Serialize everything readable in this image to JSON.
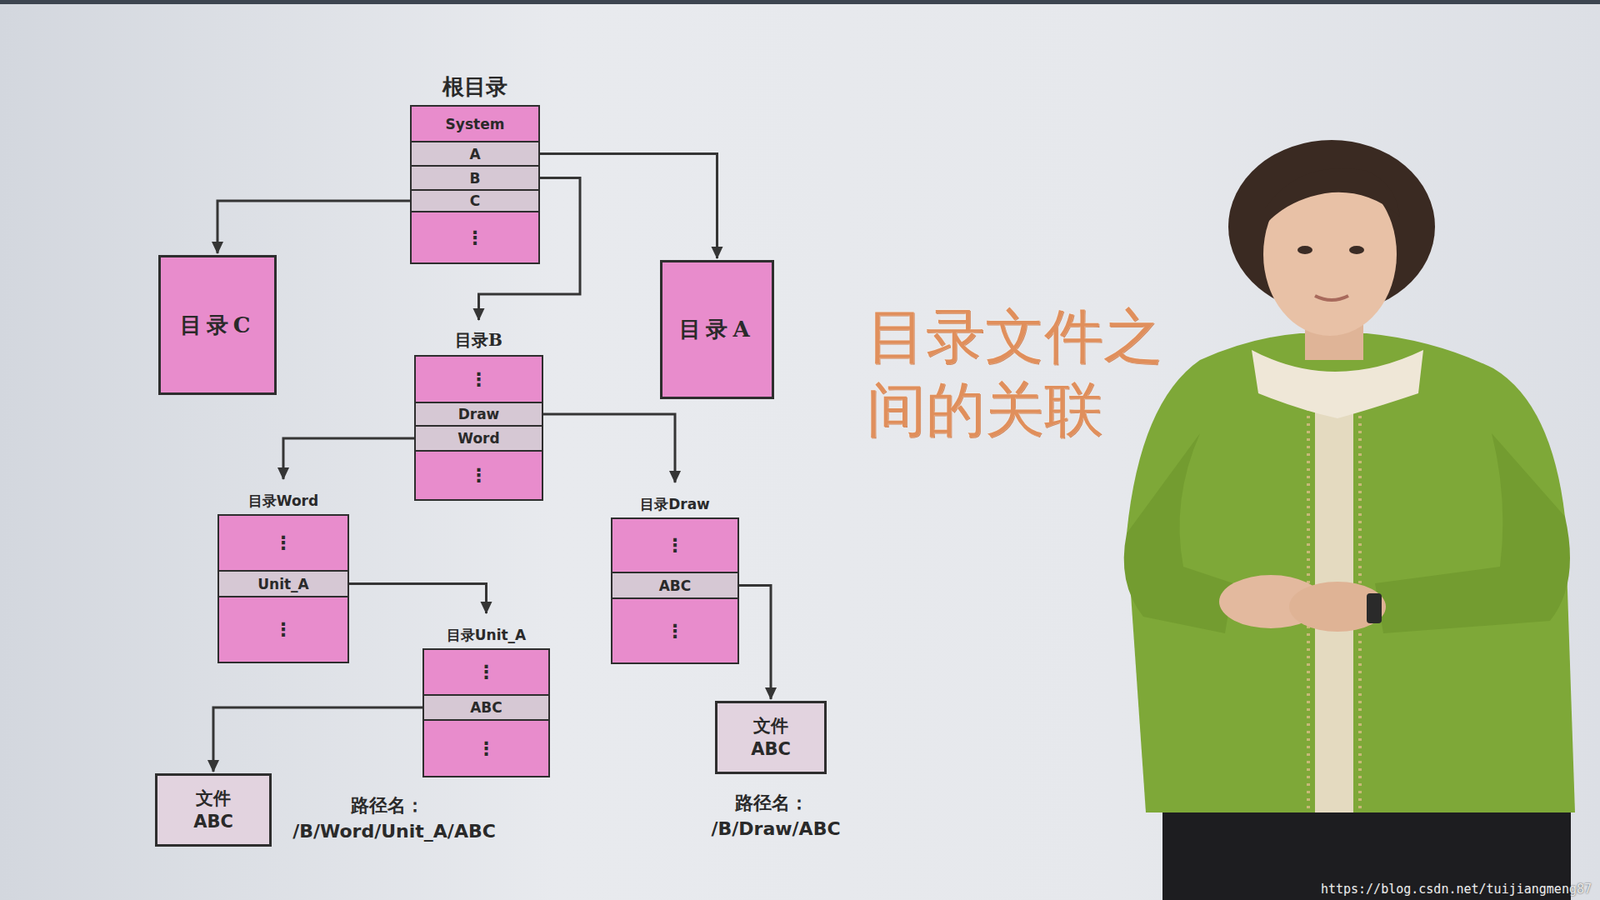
{
  "diagram": {
    "title": "目录文件之间的关联",
    "nodes": [
      {
        "text": [
          "根目录"
        ]
      },
      {
        "text": [
          "System"
        ],
        "in": 0
      },
      {
        "text": [
          "A"
        ],
        "in": 0
      },
      {
        "text": [
          "B"
        ],
        "in": 0
      },
      {
        "text": [
          "C"
        ],
        "in": 0
      },
      {
        "text": [
          "⋮"
        ],
        "in": 0
      },
      {
        "text": [
          "目录C"
        ]
      },
      {
        "text": [
          "目录A"
        ]
      },
      {
        "text": [
          "目录B"
        ]
      },
      {
        "text": [
          "⋮"
        ],
        "in": 8
      },
      {
        "text": [
          "Draw"
        ],
        "in": 8
      },
      {
        "text": [
          "Word"
        ],
        "in": 8
      },
      {
        "text": [
          "⋮"
        ],
        "in": 8
      },
      {
        "text": [
          "目录Word"
        ]
      },
      {
        "text": [
          "⋮"
        ],
        "in": 13
      },
      {
        "text": [
          "Unit_A"
        ],
        "in": 13
      },
      {
        "text": [
          "⋮"
        ],
        "in": 13
      },
      {
        "text": [
          "目录Draw"
        ]
      },
      {
        "text": [
          "⋮"
        ],
        "in": 17
      },
      {
        "text": [
          "ABC"
        ],
        "in": 17
      },
      {
        "text": [
          "⋮"
        ],
        "in": 17
      },
      {
        "text": [
          "目录Unit_A"
        ]
      },
      {
        "text": [
          "⋮"
        ],
        "in": 21
      },
      {
        "text": [
          "ABC"
        ],
        "in": 21
      },
      {
        "text": [
          "⋮"
        ],
        "in": 21
      },
      {
        "text": [
          "文件 ABC"
        ]
      },
      {
        "text": [
          "文件 ABC"
        ]
      }
    ],
    "edges": [
      {
        "from": 2,
        "to": 7,
        "arrow": "to"
      },
      {
        "from": 3,
        "to": 8,
        "arrow": "to"
      },
      {
        "from": 4,
        "to": 6,
        "arrow": "to"
      },
      {
        "from": 10,
        "to": 17,
        "arrow": "to"
      },
      {
        "from": 11,
        "to": 13,
        "arrow": "to"
      },
      {
        "from": 15,
        "to": 21,
        "arrow": "to"
      },
      {
        "from": 23,
        "to": 25,
        "arrow": "to"
      },
      {
        "from": 19,
        "to": 26,
        "arrow": "to"
      }
    ],
    "labels": [
      "路径名：",
      "/B/Word/Unit_A/ABC",
      "路径名：",
      "/B/Draw/ABC",
      "https://blog.csdn.net/tuijiangmeng87"
    ]
  }
}
